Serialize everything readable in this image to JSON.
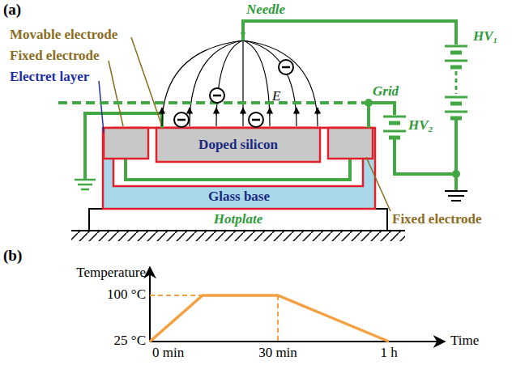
{
  "diagram": {
    "nodes": [
      {
        "text": [
          "Doped silicon"
        ]
      },
      {
        "text": [
          "Glass base"
        ]
      },
      {
        "text": [
          "Hotplate"
        ]
      }
    ],
    "labels": [
      "(a)",
      "Movable electrode",
      "Fixed electrode",
      "Electret layer",
      "Needle",
      "Grid",
      "E",
      "HV₁",
      "HV₂",
      "Fixed electrode",
      "(b)",
      "Temperature",
      "100 °C",
      "25 °C",
      "0 min",
      "30 min",
      "1 h",
      "Time"
    ]
  }
}
